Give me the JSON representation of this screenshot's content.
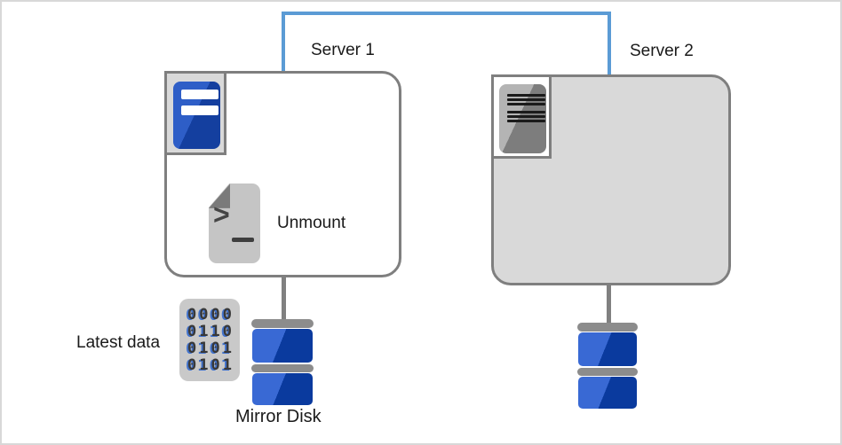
{
  "diagram": {
    "title_hint": "mirror-disk-cluster-diagram",
    "server1": {
      "label": "Server 1"
    },
    "server2": {
      "label": "Server 2"
    },
    "unmount": {
      "label": "Unmount"
    },
    "latest_data": {
      "label": "Latest data",
      "binary_rows": [
        "0000",
        "0110",
        "0101",
        "0101"
      ]
    },
    "mirror_disk": {
      "label": "Mirror Disk"
    },
    "icons": {
      "server1_icon": "active-server-icon",
      "server2_icon": "standby-server-icon",
      "unmount_icon": "script-file-icon",
      "latest_data_icon": "binary-data-icon",
      "disk_icon": "mirror-disk-icon",
      "interconnect": "interconnect-line"
    },
    "colors": {
      "interconnect_blue": "#5b9bd5",
      "outline_gray": "#7f7f7f",
      "connector_gray": "#808080",
      "standby_fill": "#d9d9d9",
      "active_fill": "#ffffff",
      "server_icon_blue_light": "#2e5ec7",
      "server_icon_blue_dark": "#143f9f",
      "disk_blue_light": "#3969d4",
      "disk_blue_dark": "#0a3a9e",
      "disk_cap_gray": "#8c8c8c",
      "binary_digit_shadow_blue": "#4273cc"
    }
  }
}
